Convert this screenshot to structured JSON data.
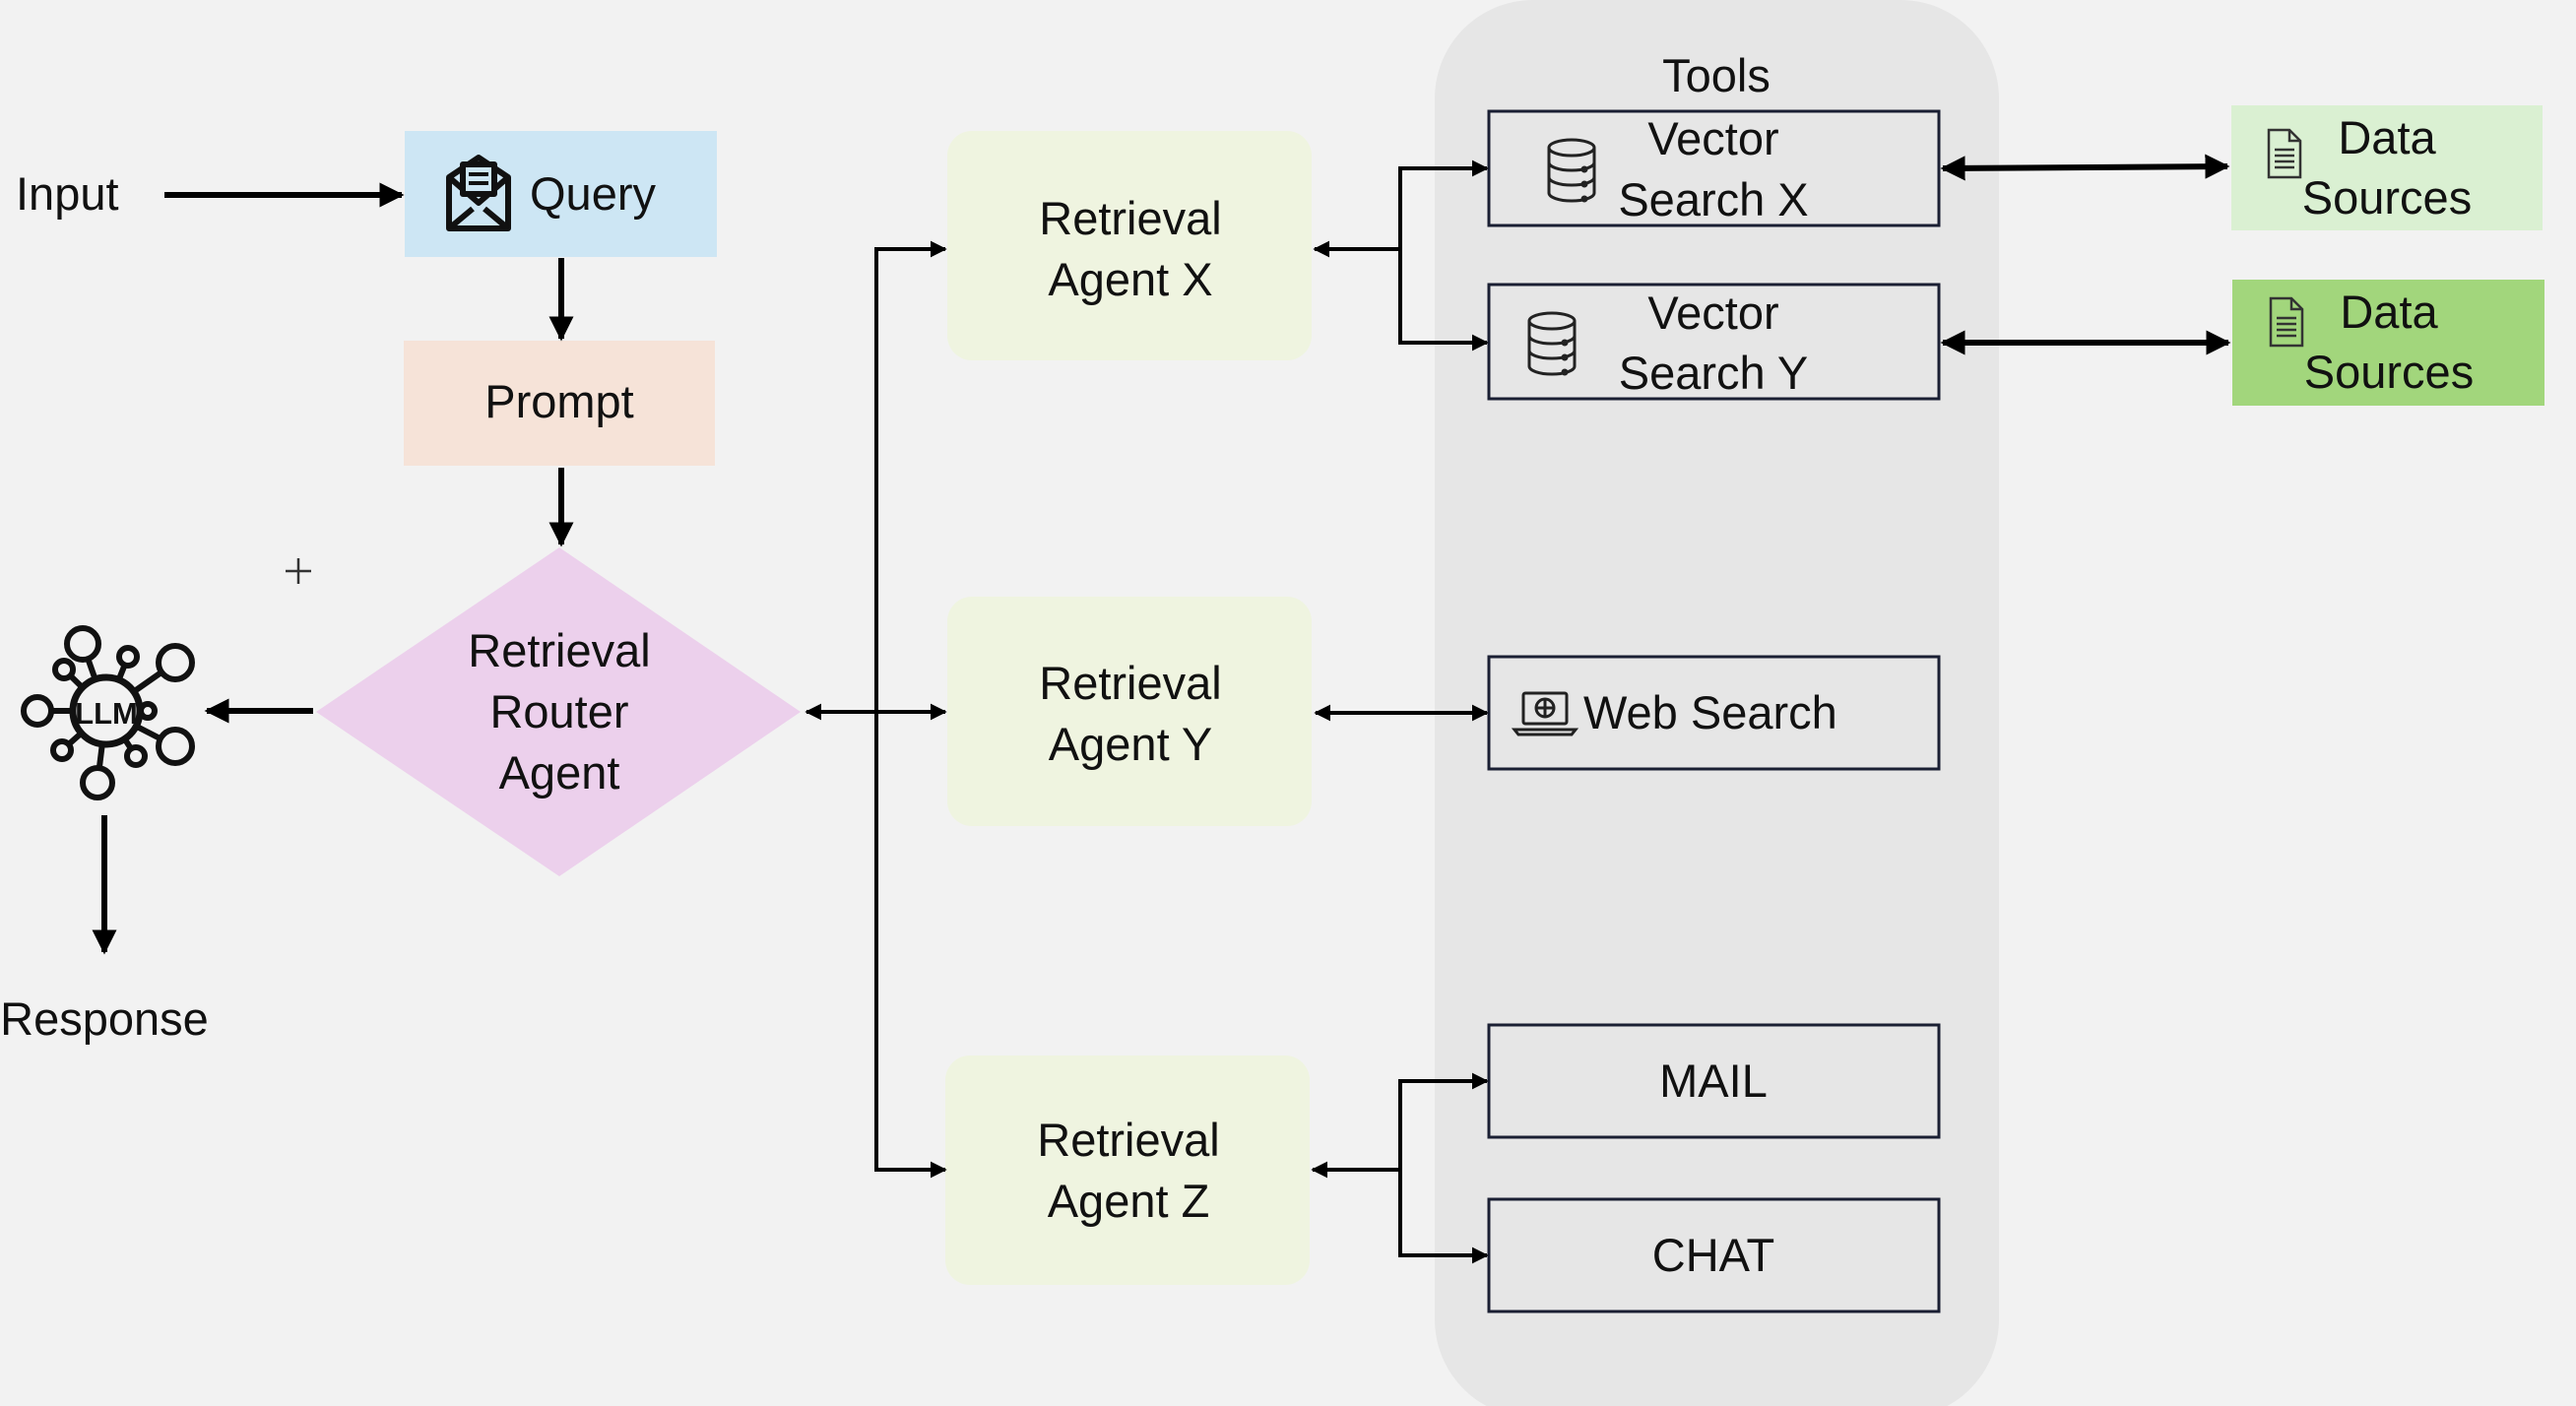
{
  "colors": {
    "background": "#f2f2f2",
    "tools_panel": "#e6e6e6",
    "query_box": "#cde6f4",
    "prompt_box": "#f6e3d8",
    "router_diamond": "#ecd0ec",
    "agent_box": "#eff4e0",
    "data_sources_light": "#daf0d2",
    "data_sources_dark": "#a2d67c",
    "arrow": "#000000"
  },
  "labels": {
    "input": "Input",
    "response": "Response",
    "tools_title": "Tools",
    "llm": "LLM"
  },
  "query": {
    "label": "Query",
    "icon": "envelope-icon"
  },
  "prompt": {
    "label": "Prompt"
  },
  "router": {
    "lines": [
      "Retrieval",
      "Router",
      "Agent"
    ]
  },
  "agents": [
    {
      "id": "x",
      "lines": [
        "Retrieval",
        "Agent X"
      ]
    },
    {
      "id": "y",
      "lines": [
        "Retrieval",
        "Agent Y"
      ]
    },
    {
      "id": "z",
      "lines": [
        "Retrieval",
        "Agent Z"
      ]
    }
  ],
  "tools": [
    {
      "id": "vector-x",
      "lines": [
        "Vector",
        "Search X"
      ],
      "icon": "database-icon"
    },
    {
      "id": "vector-y",
      "lines": [
        "Vector",
        "Search Y"
      ],
      "icon": "database-icon"
    },
    {
      "id": "web-search",
      "lines": [
        "Web Search"
      ],
      "icon": "laptop-globe-icon"
    },
    {
      "id": "mail",
      "lines": [
        "MAIL"
      ]
    },
    {
      "id": "chat",
      "lines": [
        "CHAT"
      ]
    }
  ],
  "data_sources": [
    {
      "lines": [
        "Data",
        "Sources"
      ],
      "icon": "document-icon"
    },
    {
      "lines": [
        "Data",
        "Sources"
      ],
      "icon": "document-icon"
    }
  ]
}
